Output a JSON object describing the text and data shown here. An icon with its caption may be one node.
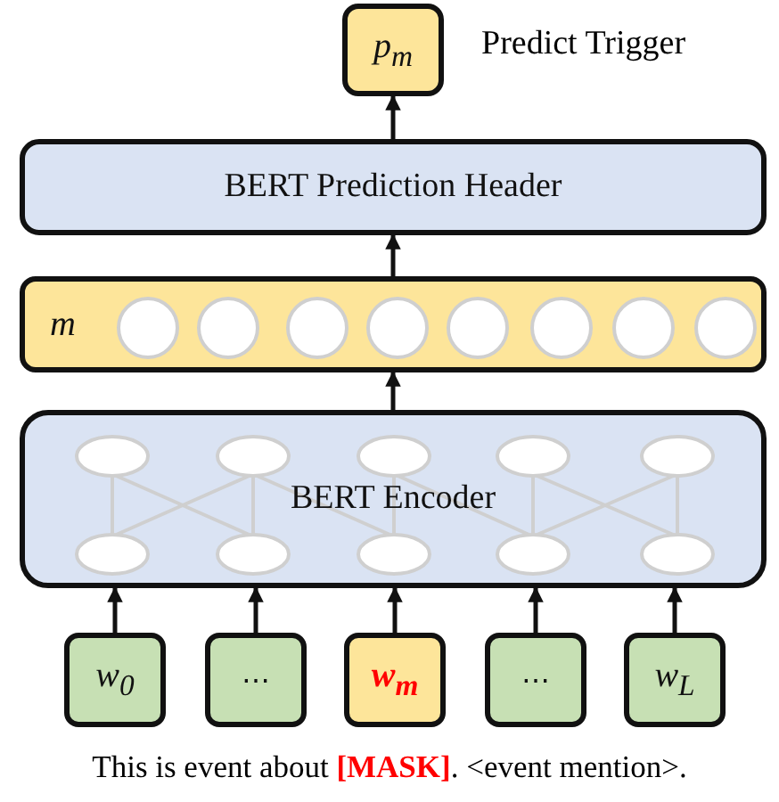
{
  "diagram": {
    "caption": "This is event about **[MASK]**. <event mention>.",
    "nodes": [
      {
        "text": [
          "p$_{m}$"
        ],
        "beside": [
          "Predict Trigger"
        ]
      },
      {
        "text": [
          "BERT Prediction Header"
        ]
      },
      {
        "text": [
          "m"
        ]
      },
      {
        "text": [
          "BERT Encoder"
        ]
      },
      {
        "text": [
          "w$_{0}$"
        ]
      },
      {
        "text": [
          "⋯"
        ]
      },
      {
        "text": [
          "w$_{m}$"
        ]
      },
      {
        "text": [
          "⋯"
        ]
      },
      {
        "text": [
          "w$_{L}$"
        ]
      }
    ],
    "edges": [
      {
        "from": 1,
        "to": 0,
        "arrow": "to"
      },
      {
        "from": 2,
        "to": 1,
        "arrow": "to"
      },
      {
        "from": 3,
        "to": 2,
        "arrow": "to"
      },
      {
        "from": 4,
        "to": 3,
        "arrow": "to"
      },
      {
        "from": 5,
        "to": 3,
        "arrow": "to"
      },
      {
        "from": 6,
        "to": 3,
        "arrow": "to"
      },
      {
        "from": 7,
        "to": 3,
        "arrow": "to"
      },
      {
        "from": 8,
        "to": 3,
        "arrow": "to"
      }
    ]
  }
}
